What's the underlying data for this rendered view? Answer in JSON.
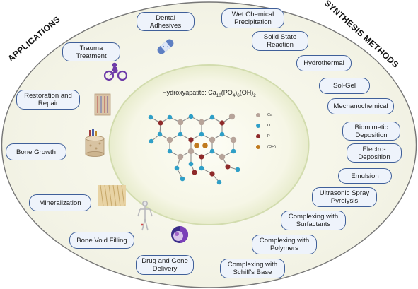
{
  "titles": {
    "applications": "APPLICATIONS",
    "synthesis": "SYNTHESIS METHODS"
  },
  "center": {
    "prefix": "Hydroxyapatite: Ca",
    "sub1": "10",
    "mid1": "(PO",
    "sub2": "4",
    "mid2": ")",
    "sub3": "6",
    "mid3": "(OH)",
    "sub4": "2"
  },
  "legend": [
    {
      "label": "Ca",
      "color": "#b7a49a"
    },
    {
      "label": "O",
      "color": "#2f9fc7"
    },
    {
      "label": "P",
      "color": "#8e2a2a"
    },
    {
      "label": "(OH)",
      "color": "#c07a1e"
    }
  ],
  "applications": [
    "Dental\nAdhesives",
    "Trauma\nTreatment",
    "Restoration and\nRepair",
    "Bone Growth",
    "Mineralization",
    "Bone Void Filling",
    "Drug and Gene\nDelivery"
  ],
  "synthesis_methods": [
    "Wet Chemical\nPrecipitation",
    "Solid State\nReaction",
    "Hydrothermal",
    "Sol-Gel",
    "Mechanochemical",
    "Biomimetic\nDeposition",
    "Electro-\nDeposition",
    "Emulsion",
    "Ultrasonic Spray\nPyrolysis",
    "Complexing with\nSurfactants",
    "Complexing with\nPolymers",
    "Complexing with\nSchiff's Base"
  ],
  "icons": [
    "bandage-icon",
    "motorcycle-rider-icon",
    "bone-tissue-icon",
    "bone-cylinder-icon",
    "collagen-fibers-icon",
    "skeleton-icon",
    "nanoparticle-sphere-icon"
  ]
}
